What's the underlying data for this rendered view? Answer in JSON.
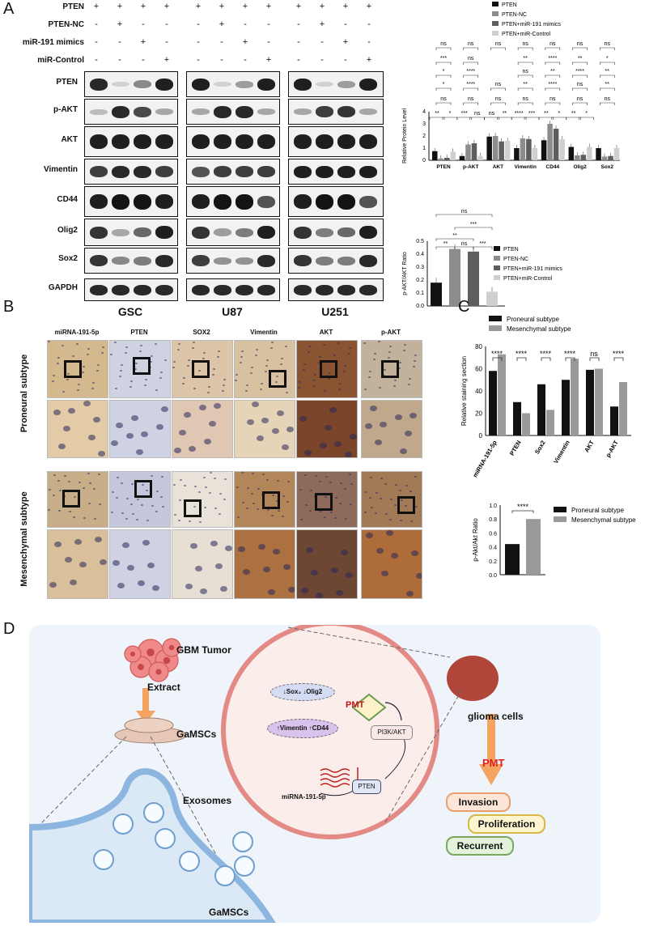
{
  "panelA": {
    "letter": "A",
    "treatments": [
      "PTEN",
      "PTEN-NC",
      "miR-191 mimics",
      "miR-Control"
    ],
    "signs": [
      [
        "+",
        "+",
        "+",
        "+"
      ],
      [
        "-",
        "+",
        "-",
        "-"
      ],
      [
        "-",
        "-",
        "+",
        "-"
      ],
      [
        "-",
        "-",
        "-",
        "+"
      ]
    ],
    "proteins": [
      "PTEN",
      "p-AKT",
      "AKT",
      "Vimentin",
      "CD44",
      "Olig2",
      "Sox2",
      "GAPDH"
    ],
    "cells": [
      "GSC",
      "U87",
      "U251"
    ]
  },
  "panelA_bar": {
    "ylabel": "Relative Protein Level",
    "legend": [
      "PTEN",
      "PTEN-NC",
      "PTEN+miR-191 mimics",
      "PTEN+miR-Control"
    ],
    "colors": [
      "#111111",
      "#8c8c8c",
      "#5e5e5e",
      "#cfcfcf"
    ],
    "yticks": [
      "0",
      "1",
      "2",
      "3",
      "4"
    ],
    "sig_rows": [
      [
        "ns",
        "ns",
        "ns",
        "ns",
        "ns",
        "ns",
        "ns"
      ],
      [
        "***",
        "ns",
        "**",
        "****",
        "**",
        "*"
      ],
      [
        "*",
        "****",
        "ns",
        "**",
        "****",
        "**"
      ],
      [
        "*",
        "****",
        "ns",
        "**",
        "****",
        "ns",
        "**"
      ],
      [
        "ns",
        "ns",
        "ns",
        "ns",
        "ns",
        "ns",
        "ns"
      ],
      [
        "**",
        "*",
        "***",
        "ns",
        "ns",
        "**",
        "****",
        "***",
        "**",
        "*",
        "**",
        "*"
      ]
    ]
  },
  "panelA_ratio": {
    "ylabel": "p-AKT/AKT Ratio",
    "yticks": [
      "0.0",
      "0.1",
      "0.2",
      "0.3",
      "0.4",
      "0.5"
    ],
    "legend": [
      "PTEN",
      "PTEN-NC",
      "PTEN+miR-191 mimics",
      "PTEN+miR-Control"
    ],
    "sig": [
      "ns",
      "***",
      "**",
      "**",
      "ns",
      "***"
    ]
  },
  "panelB": {
    "letter": "B",
    "columns": [
      "miRNA-191-5p",
      "PTEN",
      "SOX2",
      "Vimentin",
      "AKT",
      "p-AKT"
    ],
    "rows": [
      "Proneural subtype",
      "Mesenchymal subtype"
    ]
  },
  "panelC": {
    "letter": "C",
    "ylabel": "Relative staining section",
    "ylabel2": "p-Akt/Akt Ratio",
    "legend": [
      "Proneural subtype",
      "Mesenchymal subtype"
    ],
    "yticks": [
      "0",
      "20",
      "40",
      "60",
      "80"
    ],
    "yticks2": [
      "0.0",
      "0.2",
      "0.4",
      "0.6",
      "0.8",
      "1.0"
    ],
    "sig": [
      "****",
      "****",
      "****",
      "****",
      "ns",
      "****"
    ],
    "sig2": "****"
  },
  "panelD": {
    "letter": "D",
    "tumor": "GBM Tumor",
    "extract": "Extract",
    "gamscs": "GaMSCs",
    "gamscs_bottom": "GaMSCs",
    "exosomes": "Exosomes",
    "glioma": "glioma cells",
    "pmt_center": "PMT",
    "pmt_right": "PMT",
    "sox_olig": "↓Sox₂ ↓Olig2",
    "vim_cd44": "↑Vimentin ↑CD44",
    "pi3k": "PI3K/AKT",
    "pten": "PTEN",
    "mirna": "miRNA-191-5p",
    "invasion": "Invasion",
    "proliferation": "Proliferation",
    "recurrent": "Recurrent"
  },
  "chart_data": [
    {
      "type": "bar",
      "ylabel": "Relative Protein Level",
      "categories": [
        "PTEN",
        "p-AKT",
        "AKT",
        "Vimentin",
        "CD44",
        "Olig2",
        "Sox2"
      ],
      "ylim": [
        0,
        4
      ],
      "series": [
        {
          "name": "PTEN",
          "values": [
            0.75,
            0.35,
            1.95,
            1.0,
            1.65,
            1.1,
            1.0
          ]
        },
        {
          "name": "PTEN-NC",
          "values": [
            0.15,
            1.3,
            2.0,
            1.8,
            3.0,
            0.4,
            0.3
          ]
        },
        {
          "name": "PTEN+miR-191 mimics",
          "values": [
            0.2,
            1.4,
            1.55,
            1.75,
            2.6,
            0.45,
            0.35
          ]
        },
        {
          "name": "PTEN+miR-Control",
          "values": [
            0.7,
            0.35,
            1.6,
            1.0,
            1.75,
            1.1,
            1.0
          ]
        }
      ]
    },
    {
      "type": "bar",
      "ylabel": "p-AKT/AKT Ratio",
      "categories": [
        "PTEN",
        "PTEN-NC",
        "PTEN+miR-191 mimics",
        "PTEN+miR-Control"
      ],
      "ylim": [
        0,
        0.5
      ],
      "values": [
        0.18,
        0.44,
        0.42,
        0.11
      ]
    },
    {
      "type": "bar",
      "ylabel": "Relative staining section",
      "categories": [
        "miRNA-191-5p",
        "PTEN",
        "Sox2",
        "Vimentin",
        "AKT",
        "p-AKT"
      ],
      "ylim": [
        0,
        80
      ],
      "series": [
        {
          "name": "Proneural subtype",
          "values": [
            58,
            30,
            46,
            50,
            59,
            26
          ]
        },
        {
          "name": "Mesenchymal subtype",
          "values": [
            73,
            20,
            23,
            69,
            60,
            48
          ]
        }
      ]
    },
    {
      "type": "bar",
      "ylabel": "p-Akt/Akt Ratio",
      "categories": [
        "Proneural subtype",
        "Mesenchymal subtype"
      ],
      "ylim": [
        0,
        1.0
      ],
      "values": [
        0.44,
        0.8
      ]
    }
  ]
}
